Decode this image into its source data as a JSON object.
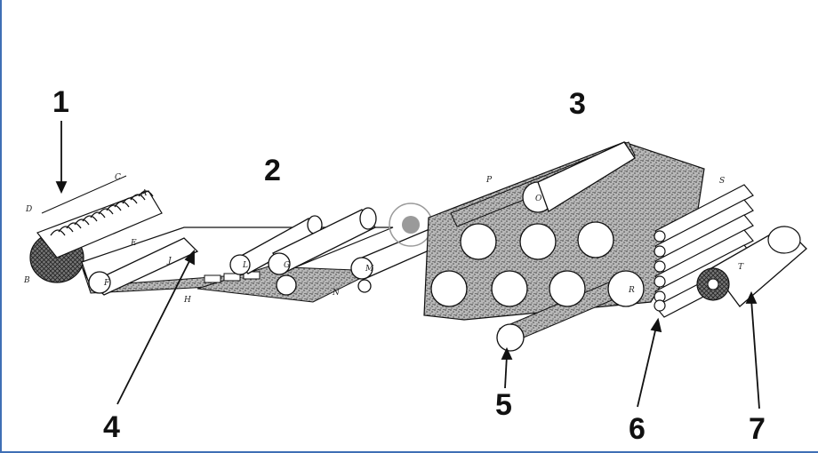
{
  "callouts": {
    "c1": "1",
    "c2": "2",
    "c3": "3",
    "c4": "4",
    "c5": "5",
    "c6": "6",
    "c7": "7"
  },
  "letters": {
    "A": "A",
    "B": "B",
    "C": "C",
    "D": "D",
    "E": "E",
    "F": "F",
    "G": "G",
    "H": "H",
    "J": "J",
    "L": "L",
    "M": "M",
    "N": "N",
    "O": "O",
    "P": "P",
    "R": "R",
    "S": "S",
    "T": "T"
  },
  "colors": {
    "ink": "#1a1a1a",
    "felt": "#8a8a8a",
    "frame_border": "#3f6fb5",
    "marker": "#9a9a9a"
  },
  "icons": {
    "marker": "circle-marker-icon"
  }
}
